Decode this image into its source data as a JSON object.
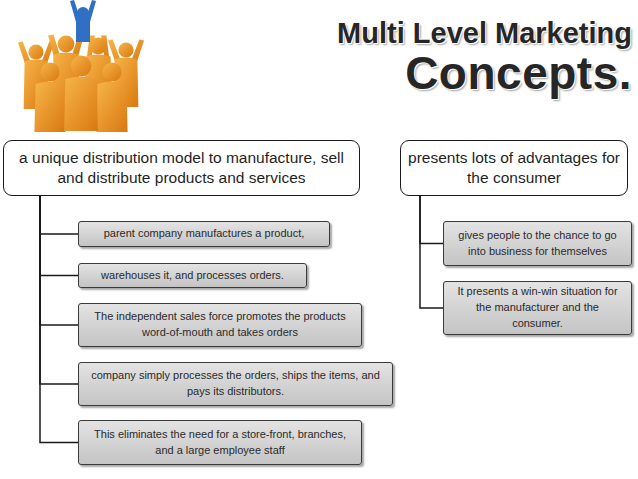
{
  "diagram": {
    "title": "Multi Level Marketing Concepts.",
    "nodes": [
      {
        "text": [
          "a unique distribution model to manufacture, sell and distribute products and services"
        ]
      },
      {
        "text": [
          "parent company manufactures a product,"
        ]
      },
      {
        "text": [
          "warehouses it, and processes orders."
        ]
      },
      {
        "text": [
          "The independent sales force promotes the products word-of-mouth and takes orders"
        ]
      },
      {
        "text": [
          "company simply processes the orders, ships the items, and pays its distributors."
        ]
      },
      {
        "text": [
          "This eliminates the need for a store-front, branches, and a large employee staff"
        ]
      },
      {
        "text": [
          "presents lots of advantages for the consumer"
        ]
      },
      {
        "text": [
          "gives people to the chance to go into business for themselves"
        ]
      },
      {
        "text": [
          "It presents a win-win situation for the manufacturer and the consumer."
        ]
      }
    ],
    "edges": [
      {
        "from": 0,
        "to": 1,
        "arrow": "none"
      },
      {
        "from": 0,
        "to": 2,
        "arrow": "none"
      },
      {
        "from": 0,
        "to": 3,
        "arrow": "none"
      },
      {
        "from": 0,
        "to": 4,
        "arrow": "none"
      },
      {
        "from": 0,
        "to": 5,
        "arrow": "none"
      },
      {
        "from": 6,
        "to": 7,
        "arrow": "none"
      },
      {
        "from": 6,
        "to": 8,
        "arrow": "none"
      }
    ]
  }
}
